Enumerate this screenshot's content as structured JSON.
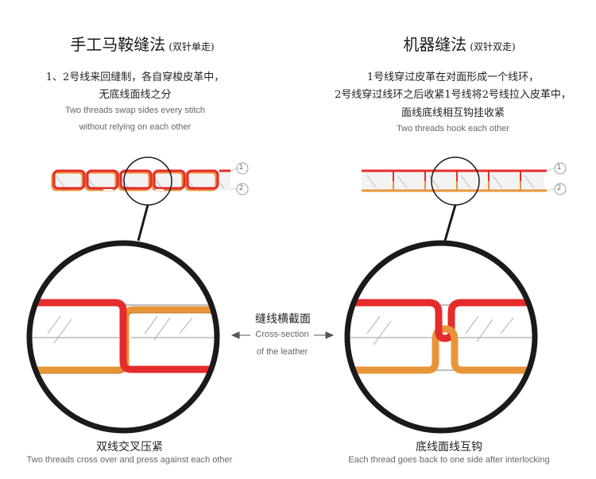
{
  "left": {
    "title": "手工马鞍缝法",
    "subtitle": "(双针单走)",
    "desc_cn": [
      "1、2号线来回缝制，各自穿梭皮革中，",
      "无底线面线之分"
    ],
    "desc_en": [
      "Two threads swap sides every stitch",
      "without relying on each other"
    ],
    "caption_cn": "双线交叉压紧",
    "caption_en": "Two threads cross over and press against each other"
  },
  "right": {
    "title": "机器缝法",
    "subtitle": "(双针双走)",
    "desc_cn": [
      "1号线穿过皮革在对面形成一个线环，",
      "2号线穿过线环之后收紧1号线将2号线拉入皮革中，",
      "面线底线相互钩挂收紧"
    ],
    "desc_en": [
      "Two threads hook each other"
    ],
    "caption_cn": "底线面线互钩",
    "caption_en": "Each thread goes back to one side after interlocking"
  },
  "center": {
    "label_cn": "缝线横截面",
    "label_en": [
      "Cross-section",
      "of the leather"
    ]
  },
  "markers": [
    "1",
    "2"
  ],
  "colors": {
    "thread_top": "#e62b2b",
    "thread_bottom": "#e8953a",
    "leather": "#bdbdbd",
    "outline": "#1a1a1a"
  }
}
